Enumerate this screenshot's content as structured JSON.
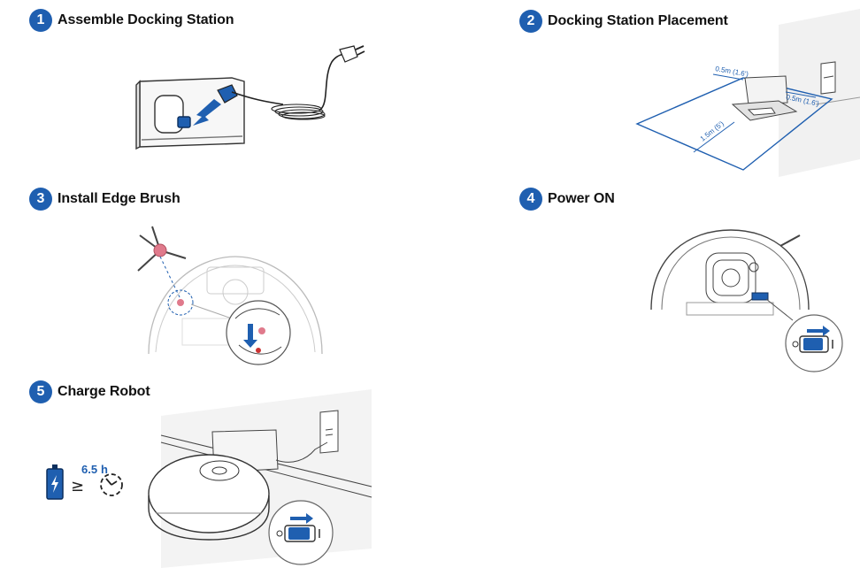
{
  "steps": [
    {
      "number": "1",
      "title": "Assemble Docking Station"
    },
    {
      "number": "2",
      "title": "Docking Station Placement"
    },
    {
      "number": "3",
      "title": "Install  Edge Brush"
    },
    {
      "number": "4",
      "title": "Power ON"
    },
    {
      "number": "5",
      "title": "Charge Robot"
    }
  ],
  "placement": {
    "side_left": "0.5m (1.6')",
    "side_right": "0.5m (1.6')",
    "front": "1.5m (5')"
  },
  "charge": {
    "symbol": "≥",
    "hours_value": "6.5",
    "hours_unit": "h"
  },
  "colors": {
    "accent": "#1f5fb0",
    "highlight": "#e07a8c"
  }
}
